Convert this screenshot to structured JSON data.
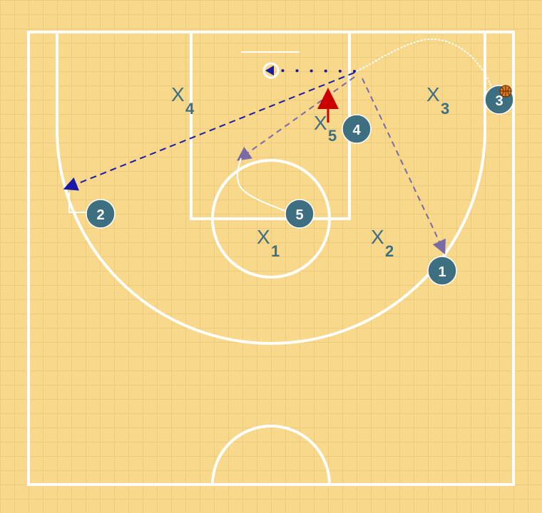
{
  "colors": {
    "floor": "#f8d88a",
    "grid": "#f0cf82",
    "line": "#ffffff",
    "player_fill": "#3d6f80",
    "pass": "#1a1aa8",
    "cut": "#7a6aa6",
    "screen": "#cc0000",
    "ball": "#e07a1f"
  },
  "offense": [
    {
      "label": "1"
    },
    {
      "label": "2"
    },
    {
      "label": "3"
    },
    {
      "label": "4"
    },
    {
      "label": "5"
    }
  ],
  "defense": [
    {
      "letter": "X",
      "sub": "1"
    },
    {
      "letter": "X",
      "sub": "2"
    },
    {
      "letter": "X",
      "sub": "3"
    },
    {
      "letter": "X",
      "sub": "4"
    },
    {
      "letter": "X",
      "sub": "5"
    }
  ],
  "ball_holder": "3",
  "movements": [
    {
      "type": "dribble",
      "from": "3",
      "to": "elbow-right"
    },
    {
      "type": "pass",
      "to": "2"
    },
    {
      "type": "cut",
      "player": "1"
    },
    {
      "type": "cut",
      "player": "5"
    },
    {
      "type": "screen",
      "player": "4"
    }
  ]
}
